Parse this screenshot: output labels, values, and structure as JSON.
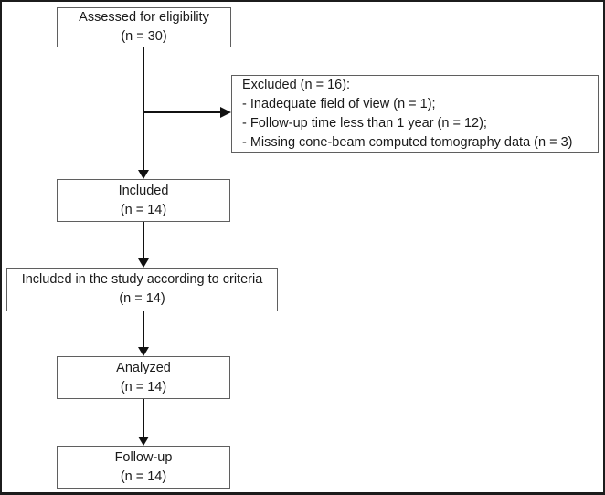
{
  "diagram": {
    "type": "flowchart",
    "nodes": {
      "assessed": {
        "label": "Assessed for eligibility",
        "count": "(n = 30)"
      },
      "excluded": {
        "title": "Excluded (n = 16):",
        "reasons": [
          "- Inadequate field of view (n = 1);",
          "- Follow-up time less than 1 year (n = 12);",
          "- Missing cone-beam computed tomography data (n = 3)"
        ]
      },
      "included": {
        "label": "Included",
        "count": "(n = 14)"
      },
      "included_criteria": {
        "label": "Included in the study according to criteria",
        "count": "(n = 14)"
      },
      "analyzed": {
        "label": "Analyzed",
        "count": "(n = 14)"
      },
      "follow_up": {
        "label": "Follow-up",
        "count": "(n = 14)"
      }
    },
    "edges": [
      {
        "from": "assessed",
        "to": "included",
        "style": "arrow-down"
      },
      {
        "from": "assessed",
        "to": "excluded",
        "style": "arrow-right-branch"
      },
      {
        "from": "included",
        "to": "included_criteria",
        "style": "arrow-down"
      },
      {
        "from": "included_criteria",
        "to": "analyzed",
        "style": "arrow-down"
      },
      {
        "from": "analyzed",
        "to": "follow_up",
        "style": "arrow-down"
      }
    ],
    "colors": {
      "background": "#ffffff",
      "frame_border": "#1c1c1c",
      "box_border": "#5f5f5f",
      "text": "#1a1a1a",
      "arrow": "#111111"
    }
  }
}
